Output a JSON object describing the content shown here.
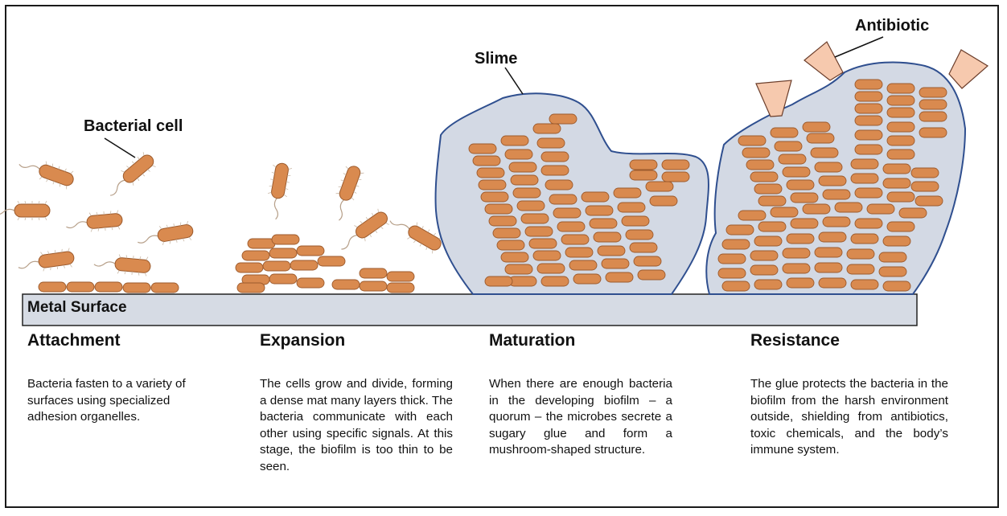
{
  "labels": {
    "bacterial_cell": "Bacterial cell",
    "slime": "Slime",
    "antibiotic": "Antibiotic",
    "metal_surface": "Metal Surface"
  },
  "stages": [
    {
      "title": "Attachment",
      "description": "Bacteria fasten to a variety of surfaces using specialized adhesion organelles."
    },
    {
      "title": "Expansion",
      "description": "The cells grow and divide, forming a dense mat many layers thick. The bacteria communicate with each other using specific signals. At this stage, the biofilm is too thin to be seen."
    },
    {
      "title": "Maturation",
      "description": "When there are enough bacteria in the developing biofilm – a quorum – the microbes secrete a sugary glue and form a mushroom-shaped structure."
    },
    {
      "title": "Resistance",
      "description": "The glue protects the bacteria in the biofilm from the harsh environment outside, shielding from antibiotics, toxic chemicals, and the body’s immune system."
    }
  ],
  "colors": {
    "bacterium": "#d98a4f",
    "bacterium_outline": "#9c5a2c",
    "slime": "#d3d9e4",
    "slime_outline": "#2f4f8f",
    "surface": "#d6dbe4",
    "antibiotic": "#f6c9ae",
    "antibiotic_outline": "#6b3d2a"
  },
  "icons": [
    "bacterium-icon",
    "antibiotic-icon"
  ]
}
